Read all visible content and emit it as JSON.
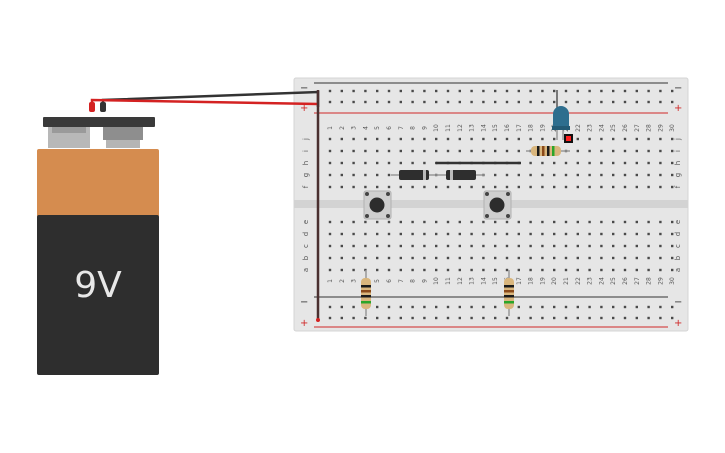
{
  "battery": {
    "label": "9V",
    "body_color": "#2e2e2e",
    "top_color": "#d58c4f"
  },
  "breadboard": {
    "columns": [
      "1",
      "2",
      "3",
      "4",
      "5",
      "6",
      "7",
      "8",
      "9",
      "10",
      "11",
      "12",
      "13",
      "14",
      "15",
      "16",
      "17",
      "18",
      "19",
      "20",
      "21",
      "22",
      "23",
      "24",
      "25",
      "26",
      "27",
      "28",
      "29",
      "30"
    ],
    "rows_top": [
      "j",
      "i",
      "h",
      "g",
      "f"
    ],
    "rows_bottom": [
      "e",
      "d",
      "c",
      "b",
      "a"
    ],
    "rail_minus": "−",
    "rail_plus": "+",
    "board_color": "#e6e6e6",
    "plus_line_color": "#d02828",
    "minus_line_color": "#333333"
  },
  "components": {
    "wire_colors": {
      "positive": "#d42222",
      "negative": "#333333"
    },
    "led_color": "#2e6e8e",
    "pushbuttons": 2,
    "resistors": 3,
    "diodes": 2
  }
}
